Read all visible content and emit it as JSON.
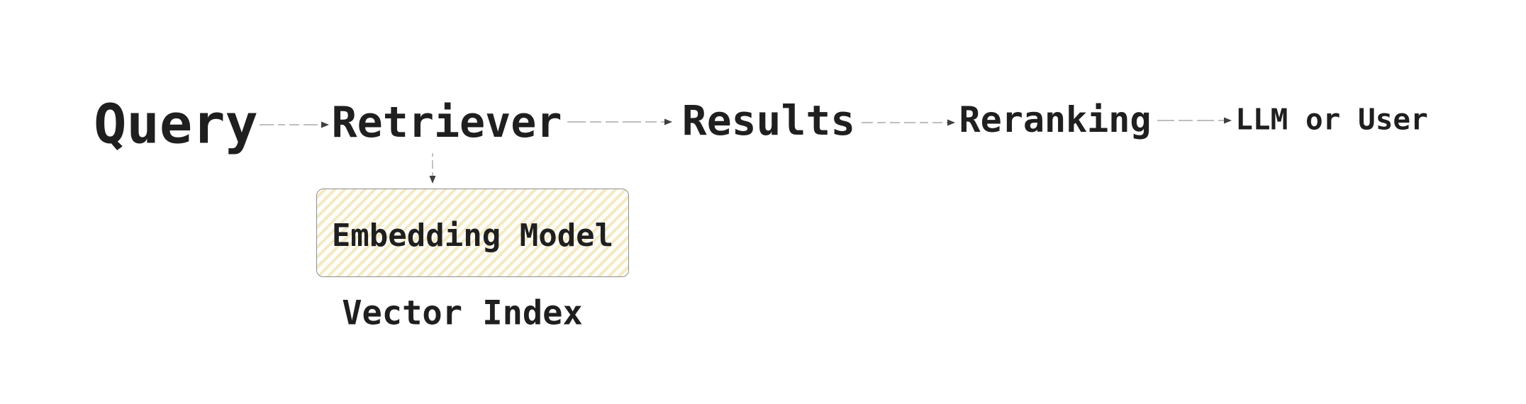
{
  "diagram": {
    "title": "retrieval-flow-diagram",
    "nodes": {
      "query": {
        "label": "Query"
      },
      "retriever": {
        "label": "Retriever"
      },
      "results": {
        "label": "Results"
      },
      "reranking": {
        "label": "Reranking"
      },
      "llm_or_user": {
        "label": "LLM or User"
      },
      "embedding_model": {
        "label": "Embedding Model"
      },
      "vector_index": {
        "label": "Vector Index"
      }
    },
    "edges": [
      {
        "from": "query",
        "to": "retriever",
        "style": "dashed-arrow"
      },
      {
        "from": "retriever",
        "to": "results",
        "style": "dashed-arrow"
      },
      {
        "from": "results",
        "to": "reranking",
        "style": "dashed-arrow"
      },
      {
        "from": "reranking",
        "to": "llm_or_user",
        "style": "dashed-arrow"
      },
      {
        "from": "retriever",
        "to": "embedding_model",
        "style": "dashed-arrow"
      }
    ],
    "colors": {
      "background": "#ffffff",
      "text": "#1f1f1f",
      "connector_line": "#a9a9a9",
      "arrowhead": "#3f3f3f",
      "box_border": "#8f8f8f",
      "box_fill": "#fffef8",
      "box_hatch": "#f3e9c6"
    }
  }
}
